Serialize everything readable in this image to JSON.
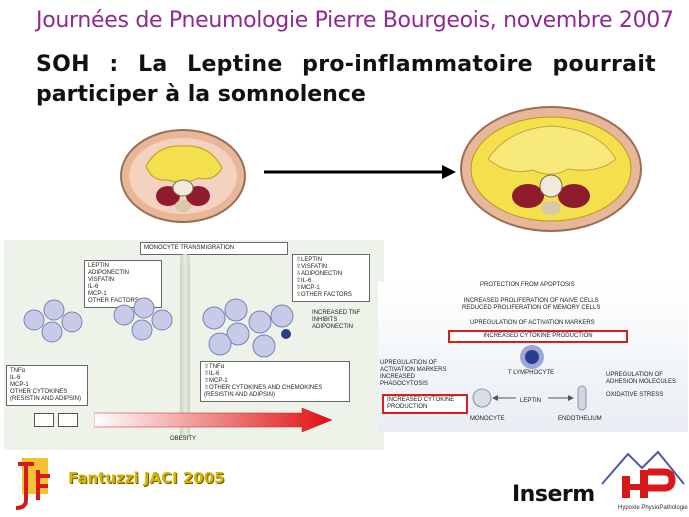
{
  "header": {
    "conference": "Journées de Pneumologie Pierre Bourgeois, novembre 2007",
    "title_line1": "SOH : La Leptine pro-inflammatoire pourrait",
    "title_line2": "participer à la somnolence"
  },
  "left_panel": {
    "monocyte_transmigration": "MONOCYTE TRANSMIGRATION",
    "box_adipokines": "LEPTIN\nADIPONECTIN\nVISFATIN\nIL-6\nMCP-1\nOTHER FACTORS",
    "box_obese": "⇧LEPTIN\n⇧VISFATIN\n⇩ADIPONECTIN\n⇧IL-6\n⇧MCP-1\n⇧OTHER FACTORS",
    "tnf_note": "INCREASED TNF\nINHIBITS\nADIPONECTIN",
    "box_cytokines_lean": "TNFα\nIL-6\nMCP-1\nOTHER CYTOKINES\n(RESISTIN AND ADIPSIN)",
    "box_cytokines_obese": "⇧TNFα\n⇧IL-6\n⇧MCP-1\n⇧OTHER CYTOKINES AND CHEMOKINES\n(RESISTIN AND ADIPSIN)",
    "obesity_label": "OBESITY"
  },
  "right_panel": {
    "protection": "PROTECTION FROM APOPTOSIS",
    "proliferation": "INCREASED PROLIFERATION OF NAIVE CELLS\nREDUCED PROLIFERATION OF MEMORY CELLS",
    "upregulation_markers": "UPREGULATION OF ACTIVATION MARKERS",
    "increased_cytokine_top": "INCREASED CYTOKINE PRODUCTION",
    "t_lymphocyte": "T LYMPHOCYTE",
    "left_list": "UPREGULATION OF\nACTIVATION MARKERS\nINCREASED\nPHAGOCYTOSIS",
    "increased_cytokine_left": "INCREASED CYTOKINE\nPRODUCTION",
    "leptin": "LEPTIN",
    "monocyte": "MONOCYTE",
    "endothelium": "ENDOTHELIUM",
    "right_list": "UPREGULATION OF\nADHESION MOLECULES",
    "oxidative_stress": "OXIDATIVE STRESS"
  },
  "footer": {
    "citation": "Fantuzzi JACI 2005",
    "inserm": "Inserm",
    "hp2_caption": "Hypoxie PhysioPathologie"
  }
}
